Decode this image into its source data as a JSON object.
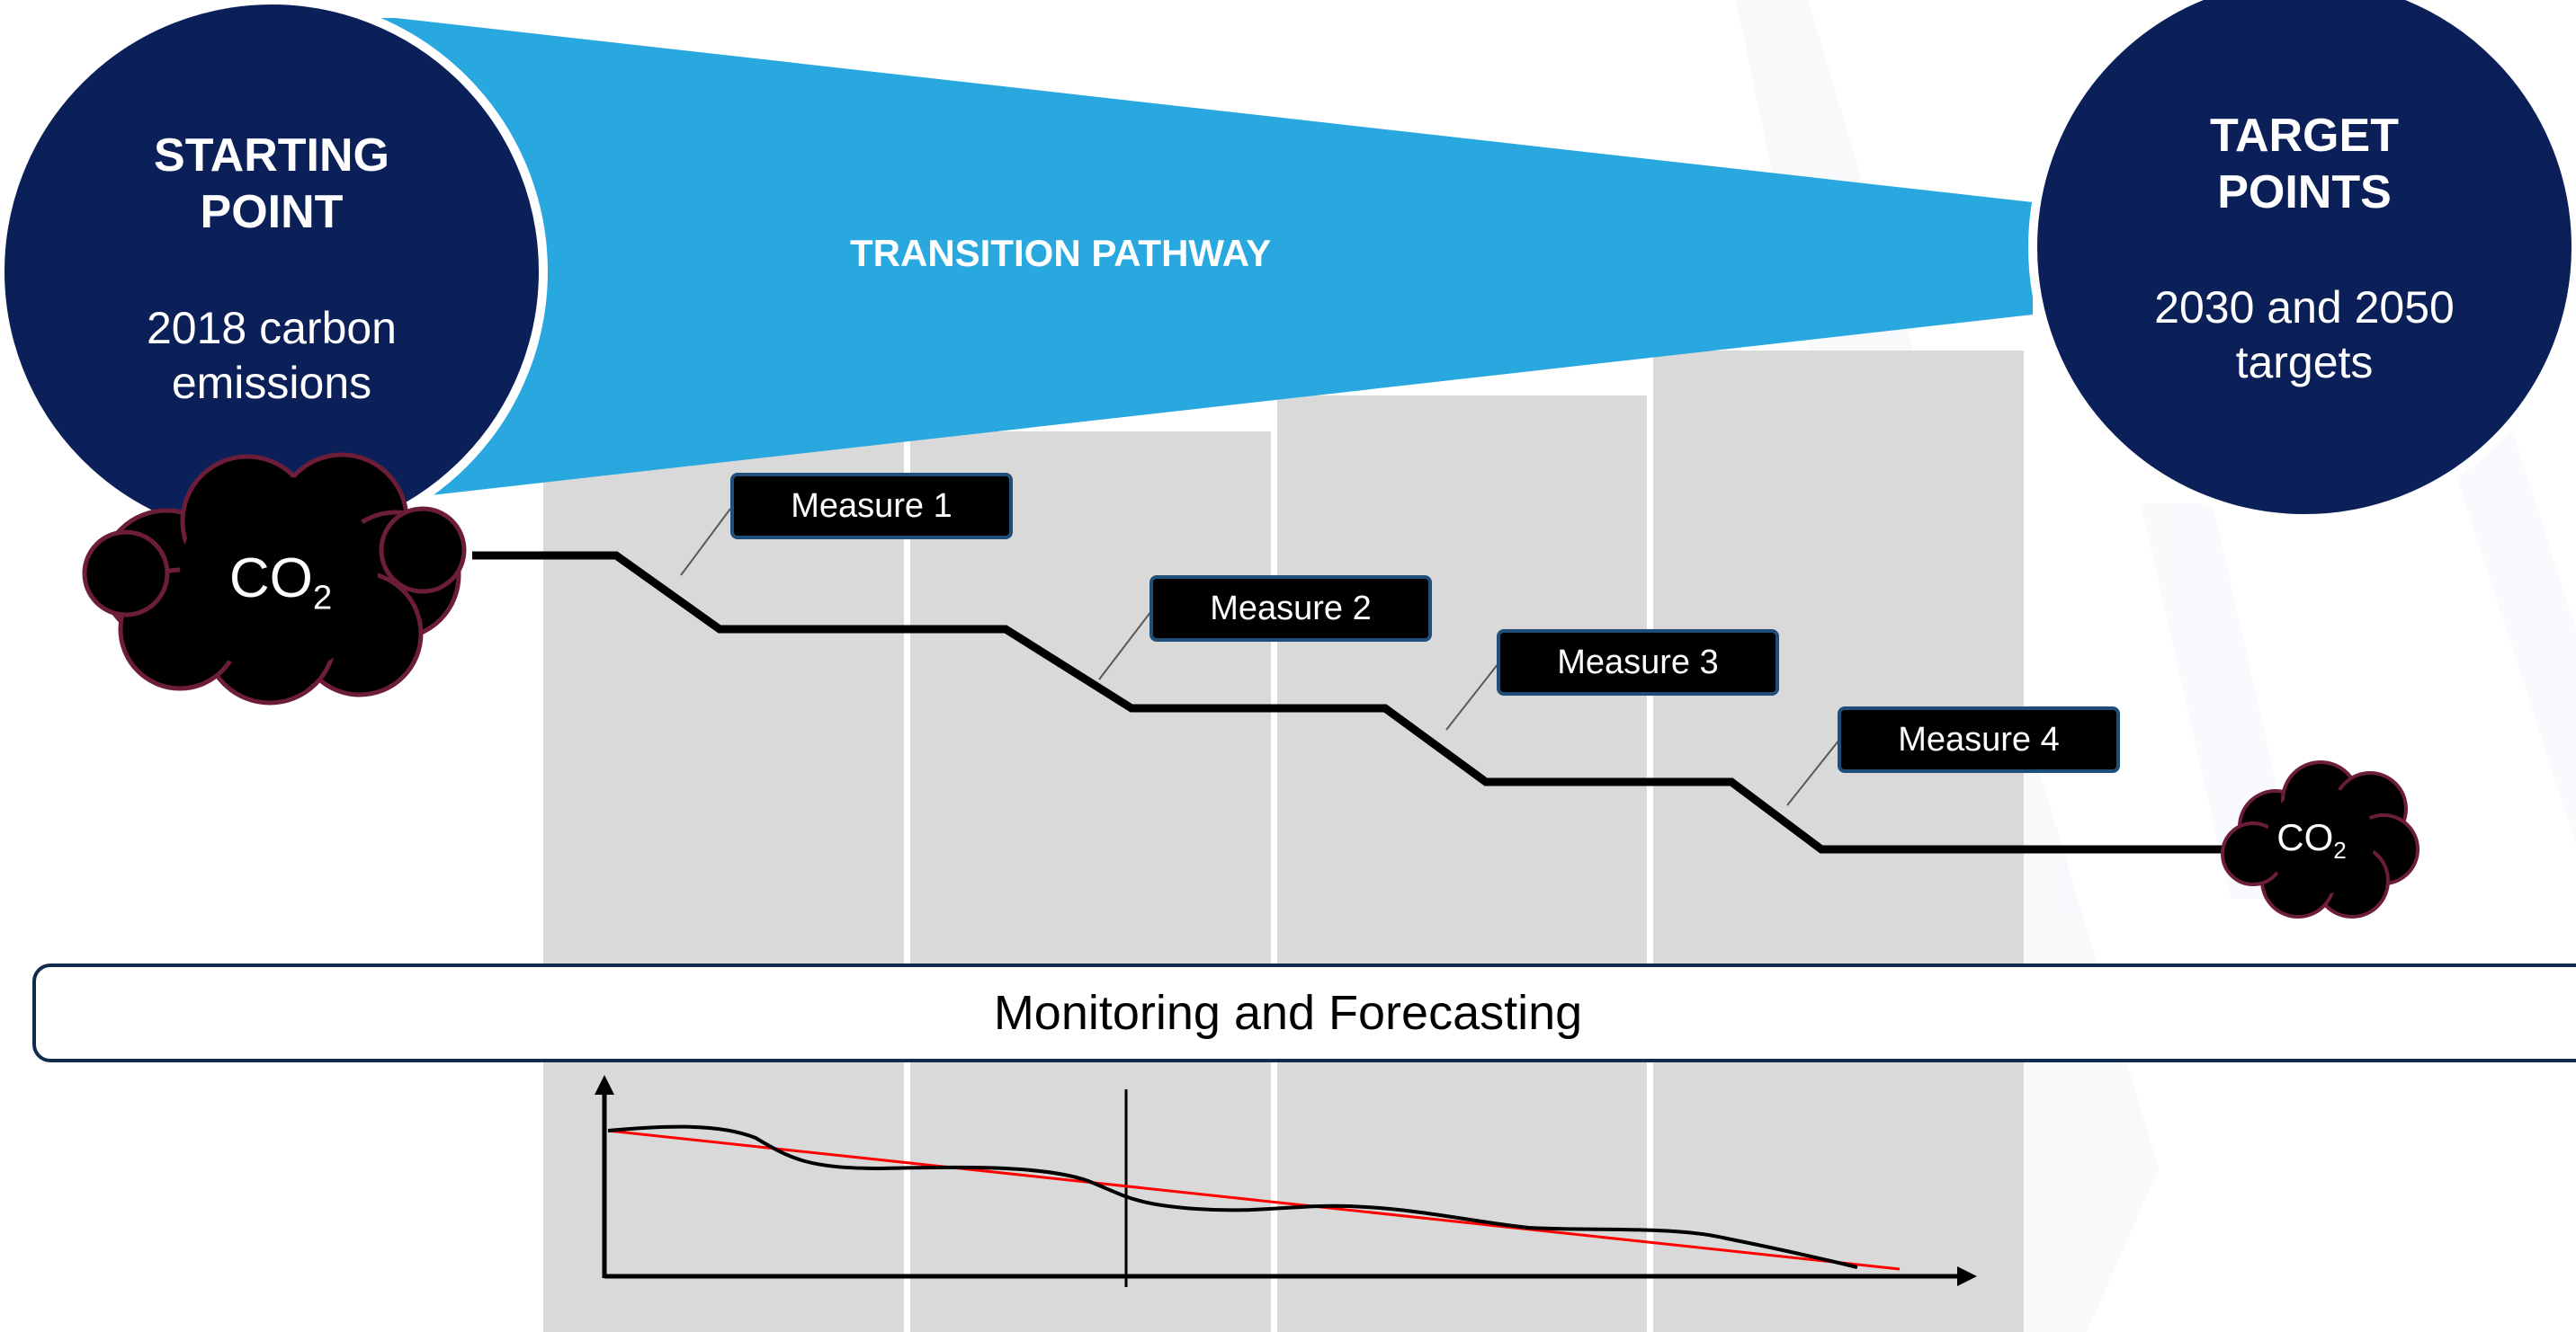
{
  "starting_point": {
    "title_line1": "STARTING",
    "title_line2": "POINT",
    "subtitle_line1": "2018 carbon",
    "subtitle_line2": "emissions"
  },
  "target_points": {
    "title_line1": "TARGET",
    "title_line2": "POINTS",
    "subtitle_line1": "2030 and 2050",
    "subtitle_line2": "targets"
  },
  "transition_pathway": {
    "label": "TRANSITION PATHWAY"
  },
  "co2": {
    "base": "CO",
    "subscript": "2"
  },
  "measures": [
    {
      "label": "Measure 1"
    },
    {
      "label": "Measure 2"
    },
    {
      "label": "Measure 3"
    },
    {
      "label": "Measure 4"
    }
  ],
  "monitoring": {
    "label": "Monitoring and Forecasting"
  },
  "colors": {
    "navy": "#0b2059",
    "sky_blue": "#29a8e0",
    "grey_lane": "#d9d9d9",
    "cloud_outline": "#6b1d3a",
    "trend_red": "#ff0000",
    "measure_border": "#1f4e79"
  }
}
